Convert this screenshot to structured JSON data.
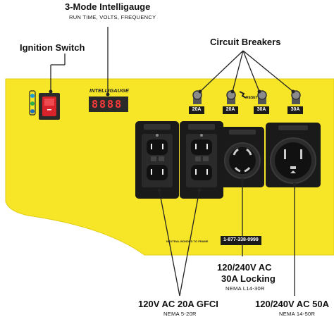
{
  "callouts": {
    "intelligauge": {
      "title": "3-Mode Intelligauge",
      "subtitle": "RUN TIME, VOLTS, FREQUENCY"
    },
    "ignition": {
      "title": "Ignition Switch"
    },
    "breakers": {
      "title": "Circuit Breakers"
    },
    "locking": {
      "title_line1": "120/240V AC",
      "title_line2": "30A Locking",
      "subtitle": "NEMA L14-30R"
    },
    "gfci": {
      "title": "120V AC 20A GFCI",
      "subtitle": "NEMA 5-20R"
    },
    "outlet50": {
      "title": "120/240V AC 50A",
      "subtitle": "NEMA 14-50R"
    }
  },
  "panel": {
    "gauge_brand": "INTELLIGAUGE",
    "gauge_display": "8888",
    "breaker_ratings": [
      "20A",
      "20A",
      "30A",
      "30A"
    ],
    "reset_label": "RESET",
    "phone": "1-877-338-0999",
    "neutral_note": "NEUTRAL BONDED TO FRAME"
  },
  "colors": {
    "panel_yellow": "#f7e628",
    "switch_red": "#d8232a",
    "outlet_black": "#1a1a1a"
  }
}
